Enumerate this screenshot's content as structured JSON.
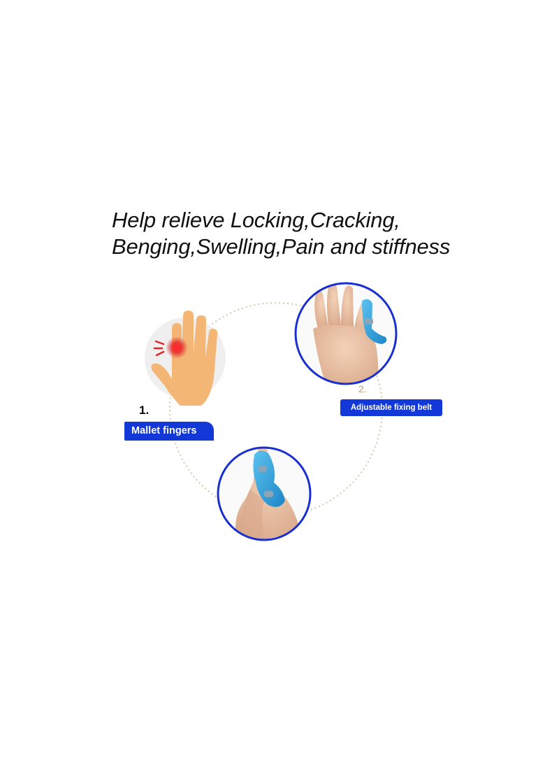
{
  "headline": {
    "line1": "Help relieve Locking,Cracking,",
    "line2": "Benging,Swelling,Pain and stiffness"
  },
  "step1": {
    "number": "1.",
    "label": "Mallet fingers"
  },
  "step2": {
    "number": "2.",
    "label": "Adjustable fixing belt"
  },
  "colors": {
    "label_bg": "#1238d8",
    "circle_border": "#1a2fd0",
    "splint": "#3aa7df",
    "hand_icon": "#f4b674",
    "pain_dot": "#e0262a",
    "dotted_ring": "#d6c7a8"
  },
  "icons": [
    "hand-pain-icon",
    "splint-hand-photo",
    "splint-finger-photo"
  ]
}
